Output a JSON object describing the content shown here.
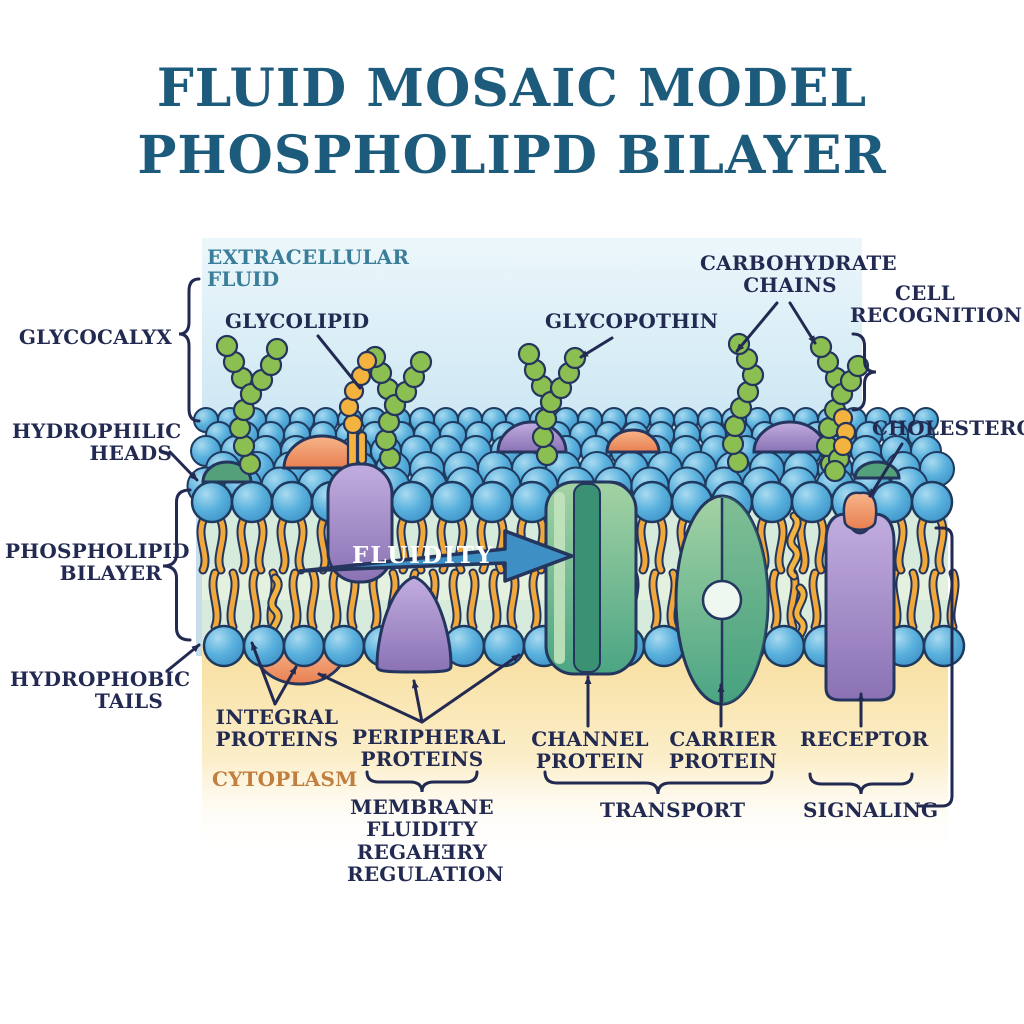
{
  "title": {
    "line1": "FLUID MOSAIC MODEL",
    "line2": "PHOSPHOLIPD BILAYER"
  },
  "labels": {
    "extracellular_fluid": "EXTRACELLULAR\nFLUID",
    "glycocalyx": "GLYCOCALYX",
    "glycolipid": "GLYCOLIPID",
    "glycoprotein": "GLYCOPOTHIN",
    "carbohydrate_chains": "CARBOHYDRATE\nCHAINS",
    "cell_recognition": "CELL\nRECOGNITION",
    "cholesterol": "CHOLESTEROL",
    "hydrophilic_heads": "HYDROPHILIC\nHEADS",
    "phospholipid_bilayer": "PHOSPHOLIPID\nBILAYER",
    "hydrophobic_tails": "HYDROPHOBIC\nTAILS",
    "integral_proteins": "INTEGRAL\nPROTEINS",
    "peripheral_proteins": "PERIPHERAL\nPROTEINS",
    "channel_protein": "CHANNEL\nPROTEIN",
    "carrier_protein": "CARRIER\nPROTEIN",
    "receptor": "RECEPTOR",
    "cytoplasm": "CYTOPLASM",
    "membrane_fluidity_regulation": "MEMBRANE\nFLUIDITY\nREGAHƎRY\nREGULATION",
    "transport": "TRANSPORT",
    "signaling": "SIGNALING",
    "fluidity": "FLUIDITY"
  },
  "palette": {
    "title_color": "#1d5b7c",
    "label_color": "#232a52",
    "extracellular_text": "#3a7e99",
    "cytoplasm_text": "#c07f3e",
    "outline_navy": "#24355e",
    "head_blue": "#4da4d4",
    "tail_orange": "#f0a73c",
    "bead_green": "#8cbf52",
    "bead_orange": "#f3b33e",
    "protein_purple": "#9d89c6",
    "protein_orange": "#ef9468",
    "protein_green": "#6cba92",
    "fluidity_arrow_blue": "#3e8fc4",
    "sky_blue": "#cfe8f3",
    "cytoplasm_yellow": "#f8df9f",
    "membrane_interior": "#d7ebdd"
  }
}
